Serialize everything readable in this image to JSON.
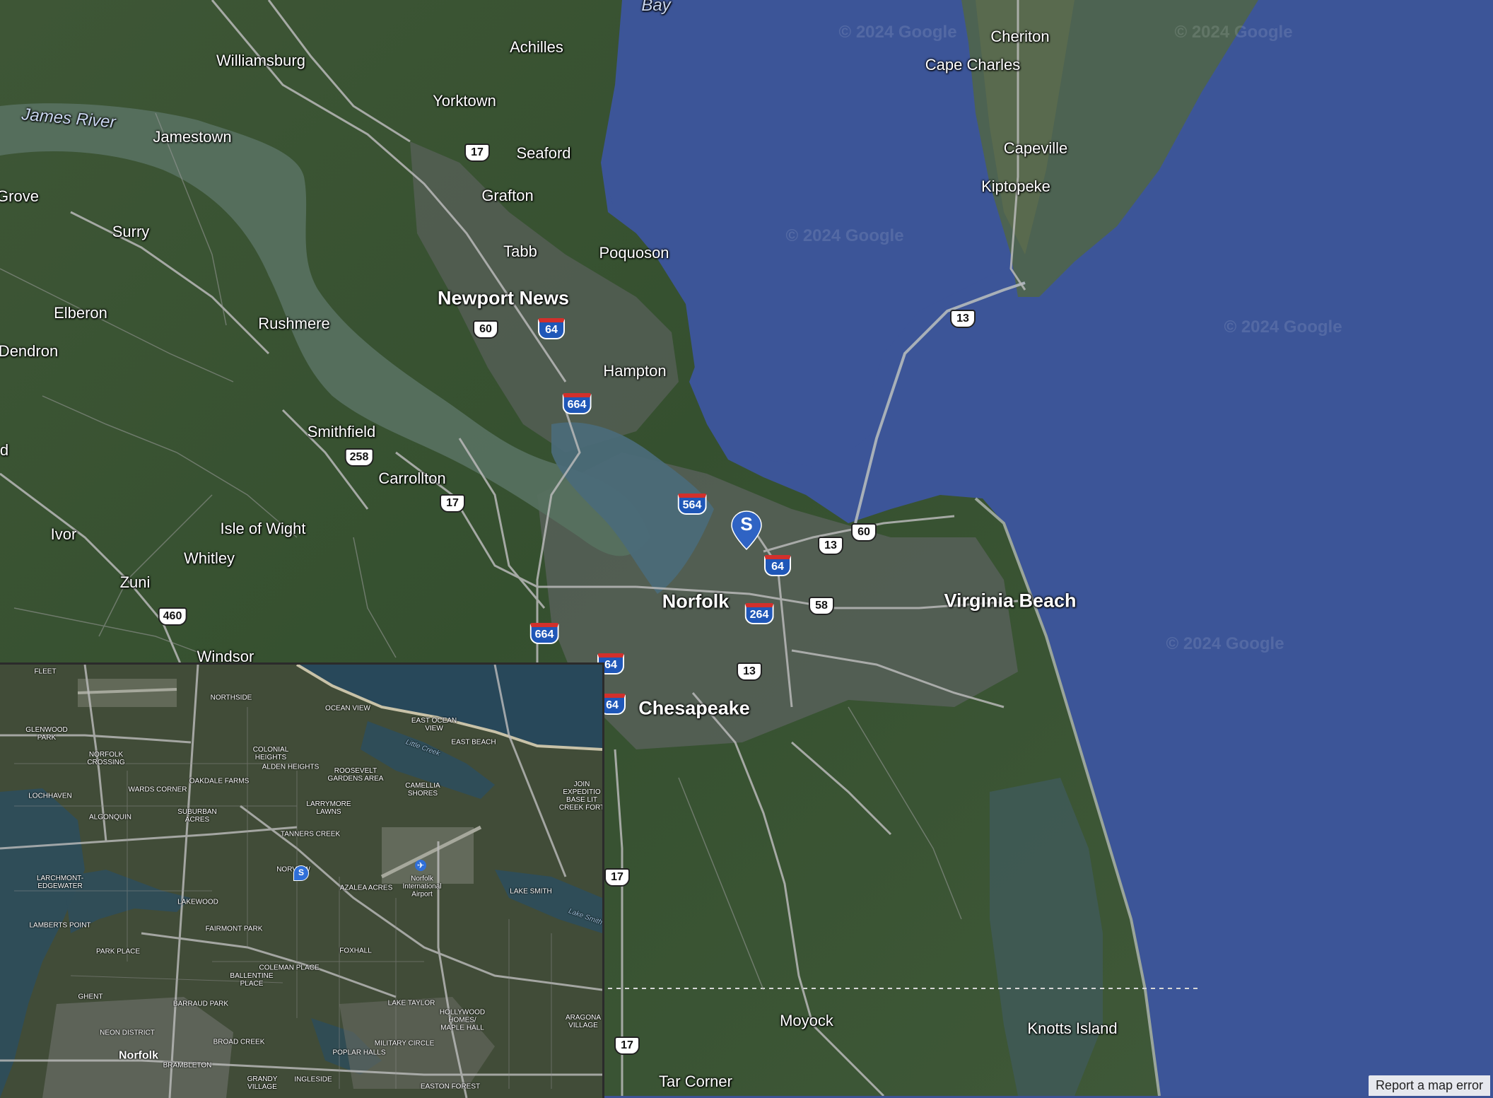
{
  "map": {
    "watermark": "© 2024 Google",
    "marker_label": "S",
    "report_error": "Report a map error",
    "water_labels": [
      {
        "id": "james-river",
        "text": "James River"
      },
      {
        "id": "bay",
        "text": "Bay"
      }
    ],
    "cities": [
      {
        "id": "newport-news",
        "text": "Newport News"
      },
      {
        "id": "norfolk",
        "text": "Norfolk"
      },
      {
        "id": "virginia-beach",
        "text": "Virginia Beach"
      },
      {
        "id": "chesapeake",
        "text": "Chesapeake"
      }
    ],
    "places": [
      {
        "id": "williamsburg",
        "text": "Williamsburg"
      },
      {
        "id": "achilles",
        "text": "Achilles"
      },
      {
        "id": "yorktown",
        "text": "Yorktown"
      },
      {
        "id": "jamestown",
        "text": "Jamestown"
      },
      {
        "id": "seaford",
        "text": "Seaford"
      },
      {
        "id": "grafton",
        "text": "Grafton"
      },
      {
        "id": "grove",
        "text": "Grove"
      },
      {
        "id": "surry",
        "text": "Surry"
      },
      {
        "id": "tabb",
        "text": "Tabb"
      },
      {
        "id": "poquoson",
        "text": "Poquoson"
      },
      {
        "id": "elberon",
        "text": "Elberon"
      },
      {
        "id": "rushmere",
        "text": "Rushmere"
      },
      {
        "id": "dendron",
        "text": "Dendron"
      },
      {
        "id": "hampton",
        "text": "Hampton"
      },
      {
        "id": "smithfield",
        "text": "Smithfield"
      },
      {
        "id": "carrollton",
        "text": "Carrollton"
      },
      {
        "id": "isle-of-wight",
        "text": "Isle of Wight"
      },
      {
        "id": "ivor",
        "text": "Ivor"
      },
      {
        "id": "whitley",
        "text": "Whitley"
      },
      {
        "id": "zuni",
        "text": "Zuni"
      },
      {
        "id": "windsor",
        "text": "Windsor"
      },
      {
        "id": "cheriton",
        "text": "Cheriton"
      },
      {
        "id": "cape-charles",
        "text": "Cape Charles"
      },
      {
        "id": "capeville",
        "text": "Capeville"
      },
      {
        "id": "kiptopeke",
        "text": "Kiptopeke"
      },
      {
        "id": "moyock",
        "text": "Moyock"
      },
      {
        "id": "knotts-island",
        "text": "Knotts Island"
      },
      {
        "id": "tar-corner",
        "text": "Tar Corner"
      },
      {
        "id": "edge-d",
        "text": "d"
      }
    ],
    "us_shields": [
      {
        "id": "us17-a",
        "text": "17"
      },
      {
        "id": "us60-a",
        "text": "60"
      },
      {
        "id": "us258",
        "text": "258"
      },
      {
        "id": "us17-b",
        "text": "17"
      },
      {
        "id": "us460",
        "text": "460"
      },
      {
        "id": "us13-a",
        "text": "13"
      },
      {
        "id": "us60-b",
        "text": "60"
      },
      {
        "id": "us13-b",
        "text": "13"
      },
      {
        "id": "us58",
        "text": "58"
      },
      {
        "id": "us13-c",
        "text": "13"
      },
      {
        "id": "us17-c",
        "text": "17"
      },
      {
        "id": "us17-d",
        "text": "17"
      }
    ],
    "interstate_shields": [
      {
        "id": "i64-a",
        "text": "64"
      },
      {
        "id": "i664-a",
        "text": "664"
      },
      {
        "id": "i564",
        "text": "564"
      },
      {
        "id": "i64-b",
        "text": "64"
      },
      {
        "id": "i264",
        "text": "264"
      },
      {
        "id": "i664-b",
        "text": "664"
      },
      {
        "id": "i64-c",
        "text": "64"
      },
      {
        "id": "i64-d",
        "text": "64"
      }
    ]
  },
  "inset": {
    "marker_label": "S",
    "labels": [
      {
        "id": "fleet",
        "text": "FLEET"
      },
      {
        "id": "northside",
        "text": "NORTHSIDE"
      },
      {
        "id": "ocean-view",
        "text": "OCEAN VIEW"
      },
      {
        "id": "east-ocean-view",
        "text": "EAST OCEAN\nVIEW"
      },
      {
        "id": "glenwood-park",
        "text": "GLENWOOD\nPARK"
      },
      {
        "id": "east-beach",
        "text": "EAST BEACH"
      },
      {
        "id": "colonial-heights",
        "text": "COLONIAL\nHEIGHTS"
      },
      {
        "id": "norfolk-crossing",
        "text": "NORFOLK\nCROSSING"
      },
      {
        "id": "alden-heights",
        "text": "ALDEN HEIGHTS"
      },
      {
        "id": "roosevelt-gardens",
        "text": "ROOSEVELT\nGARDENS AREA"
      },
      {
        "id": "lochhaven",
        "text": "LOCHHAVEN"
      },
      {
        "id": "oakdale-farms",
        "text": "OAKDALE FARMS"
      },
      {
        "id": "wards-corner",
        "text": "WARDS CORNER"
      },
      {
        "id": "camellia-shores",
        "text": "CAMELLIA\nSHORES"
      },
      {
        "id": "joint-expeditionary",
        "text": "JOIN\nEXPEDITIO\nBASE LIT\nCREEK FORT"
      },
      {
        "id": "larrymore-lawns",
        "text": "LARRYMORE\nLAWNS"
      },
      {
        "id": "algonquin",
        "text": "ALGONQUIN"
      },
      {
        "id": "suburban-acres",
        "text": "SUBURBAN\nACRES"
      },
      {
        "id": "tanners-creek",
        "text": "TANNERS CREEK"
      },
      {
        "id": "larchmont-edgewater",
        "text": "LARCHMONT-\nEDGEWATER"
      },
      {
        "id": "norview",
        "text": "NORVIEW"
      },
      {
        "id": "norfolk-airport",
        "text": "Norfolk\nInternational\nAirport"
      },
      {
        "id": "azalea-acres",
        "text": "AZALEA ACRES"
      },
      {
        "id": "lake-smith",
        "text": "LAKE SMITH"
      },
      {
        "id": "lakewood",
        "text": "LAKEWOOD"
      },
      {
        "id": "lamberts-point",
        "text": "LAMBERTS POINT"
      },
      {
        "id": "fairmont-park",
        "text": "FAIRMONT PARK"
      },
      {
        "id": "foxhall",
        "text": "FOXHALL"
      },
      {
        "id": "park-place",
        "text": "PARK PLACE"
      },
      {
        "id": "coleman-place",
        "text": "COLEMAN PLACE"
      },
      {
        "id": "ballentine-place",
        "text": "BALLENTINE\nPLACE"
      },
      {
        "id": "ghent",
        "text": "GHENT"
      },
      {
        "id": "barraud-park",
        "text": "BARRAUD PARK"
      },
      {
        "id": "lake-taylor",
        "text": "LAKE TAYLOR"
      },
      {
        "id": "hollywood-homes",
        "text": "HOLLYWOOD\nHOMES/\nMAPLE HALL"
      },
      {
        "id": "aragona-village",
        "text": "ARAGONA\nVILLAGE"
      },
      {
        "id": "neon-district",
        "text": "NEON DISTRICT"
      },
      {
        "id": "broad-creek",
        "text": "BROAD CREEK"
      },
      {
        "id": "military-circle",
        "text": "MILITARY CIRCLE"
      },
      {
        "id": "poplar-halls",
        "text": "POPLAR HALLS"
      },
      {
        "id": "brambleton",
        "text": "BRAMBLETON"
      },
      {
        "id": "grandy-village",
        "text": "GRANDY\nVILLAGE"
      },
      {
        "id": "ingleside",
        "text": "INGLESIDE"
      },
      {
        "id": "easton-forest",
        "text": "EASTON FOREST"
      }
    ],
    "big_labels": [
      {
        "id": "inset-norfolk",
        "text": "Norfolk"
      }
    ],
    "water_labels": [
      {
        "id": "little-creek",
        "text": "Little Creek"
      },
      {
        "id": "lake-smith-water",
        "text": "Lake Smith"
      }
    ]
  }
}
